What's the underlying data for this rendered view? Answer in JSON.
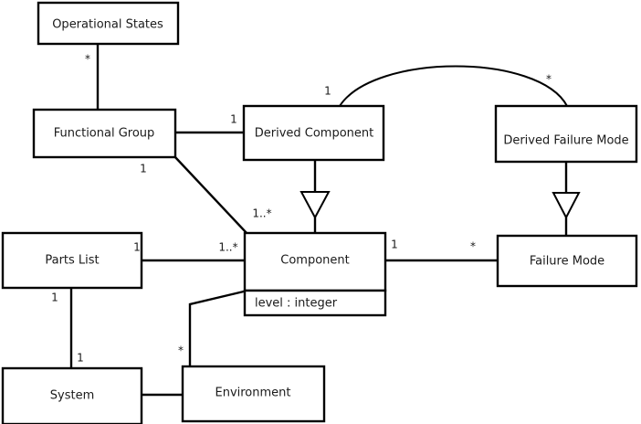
{
  "diagram": {
    "kind": "uml-class-diagram",
    "background_color": "#ffffff",
    "line_color": "#000000",
    "text_color": "#1a1a1a",
    "classes": [
      {
        "id": "operational-states",
        "name": "Operational States",
        "attributes": []
      },
      {
        "id": "functional-group",
        "name": "Functional Group",
        "attributes": []
      },
      {
        "id": "derived-component",
        "name": "Derived Component",
        "attributes": []
      },
      {
        "id": "derived-failure-mode",
        "name": "Derived Failure Mode",
        "attributes": []
      },
      {
        "id": "parts-list",
        "name": "Parts List",
        "attributes": []
      },
      {
        "id": "component",
        "name": "Component",
        "attributes": [
          "level : integer"
        ]
      },
      {
        "id": "failure-mode",
        "name": "Failure Mode",
        "attributes": []
      },
      {
        "id": "system",
        "name": "System",
        "attributes": []
      },
      {
        "id": "environment",
        "name": "Environment",
        "attributes": []
      }
    ],
    "multiplicities": [
      {
        "id": "m-opstates-fg",
        "text": "*"
      },
      {
        "id": "m-fg-dc",
        "text": "1"
      },
      {
        "id": "m-dc-arc",
        "text": "1"
      },
      {
        "id": "m-dfm-arc",
        "text": "*"
      },
      {
        "id": "m-fg-comp",
        "text": "1"
      },
      {
        "id": "m-comp-fg",
        "text": "1..*"
      },
      {
        "id": "m-partslist-comp",
        "text": "1"
      },
      {
        "id": "m-comp-partslist",
        "text": "1..*"
      },
      {
        "id": "m-comp-fm",
        "text": "1"
      },
      {
        "id": "m-fm-comp",
        "text": "*"
      },
      {
        "id": "m-partslist-system",
        "text": "1"
      },
      {
        "id": "m-system-partslist",
        "text": "1"
      },
      {
        "id": "m-env-comp",
        "text": "*"
      }
    ],
    "relations": [
      {
        "id": "rel-opstates-fg",
        "type": "association",
        "from": "operational-states",
        "to": "functional-group"
      },
      {
        "id": "rel-fg-dc",
        "type": "association",
        "from": "functional-group",
        "to": "derived-component"
      },
      {
        "id": "rel-dc-dfm",
        "type": "association",
        "from": "derived-component",
        "to": "derived-failure-mode"
      },
      {
        "id": "rel-fg-comp",
        "type": "association",
        "from": "functional-group",
        "to": "component"
      },
      {
        "id": "rel-partslist-comp",
        "type": "association",
        "from": "parts-list",
        "to": "component"
      },
      {
        "id": "rel-comp-fm",
        "type": "association",
        "from": "component",
        "to": "failure-mode"
      },
      {
        "id": "rel-partslist-system",
        "type": "association",
        "from": "parts-list",
        "to": "system"
      },
      {
        "id": "rel-system-env",
        "type": "association",
        "from": "system",
        "to": "environment"
      },
      {
        "id": "rel-env-comp",
        "type": "association",
        "from": "environment",
        "to": "component"
      },
      {
        "id": "rel-dc-comp",
        "type": "generalization",
        "from": "derived-component",
        "to": "component"
      },
      {
        "id": "rel-dfm-fm",
        "type": "generalization",
        "from": "derived-failure-mode",
        "to": "failure-mode"
      }
    ]
  }
}
